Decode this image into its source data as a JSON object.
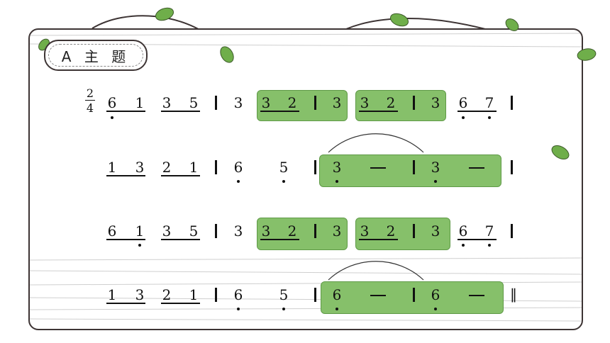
{
  "title": "A 主 题",
  "time_signature": {
    "top": "2",
    "bottom": "4"
  },
  "rows": [
    {
      "notes": [
        "6",
        "1",
        "3",
        "5",
        "3",
        "3",
        "2",
        "3",
        "3",
        "2",
        "3",
        "6",
        "7"
      ]
    },
    {
      "notes": [
        "1",
        "3",
        "2",
        "1",
        "6",
        "5",
        "3",
        "3"
      ],
      "holds": [
        "—",
        "—"
      ]
    },
    {
      "notes": [
        "6",
        "1",
        "3",
        "5",
        "3",
        "3",
        "2",
        "3",
        "3",
        "2",
        "3",
        "6",
        "7"
      ]
    },
    {
      "notes": [
        "1",
        "3",
        "2",
        "1",
        "6",
        "5",
        "6",
        "6"
      ],
      "holds": [
        "—",
        "—"
      ],
      "end": "‖"
    }
  ],
  "colors": {
    "highlight": "#86c06a",
    "frame": "#3d3434",
    "leaf": "#6fae4a"
  }
}
